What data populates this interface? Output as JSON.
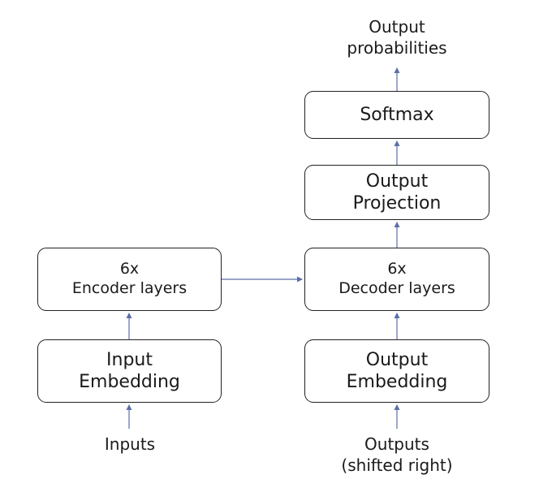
{
  "encoder": {
    "input_label": "Inputs",
    "embedding": [
      "Input",
      "Embedding"
    ],
    "layers": [
      "6x",
      "Encoder layers"
    ]
  },
  "decoder": {
    "input_label": [
      "Outputs",
      "(shifted right)"
    ],
    "embedding": [
      "Output",
      "Embedding"
    ],
    "layers": [
      "6x",
      "Decoder layers"
    ],
    "projection": [
      "Output",
      "Projection"
    ],
    "softmax": "Softmax",
    "output_label": [
      "Output",
      "probabilities"
    ]
  },
  "colors": {
    "arrow": "#5a6fa8",
    "box_border": "#222222",
    "text": "#1a1a1a"
  }
}
